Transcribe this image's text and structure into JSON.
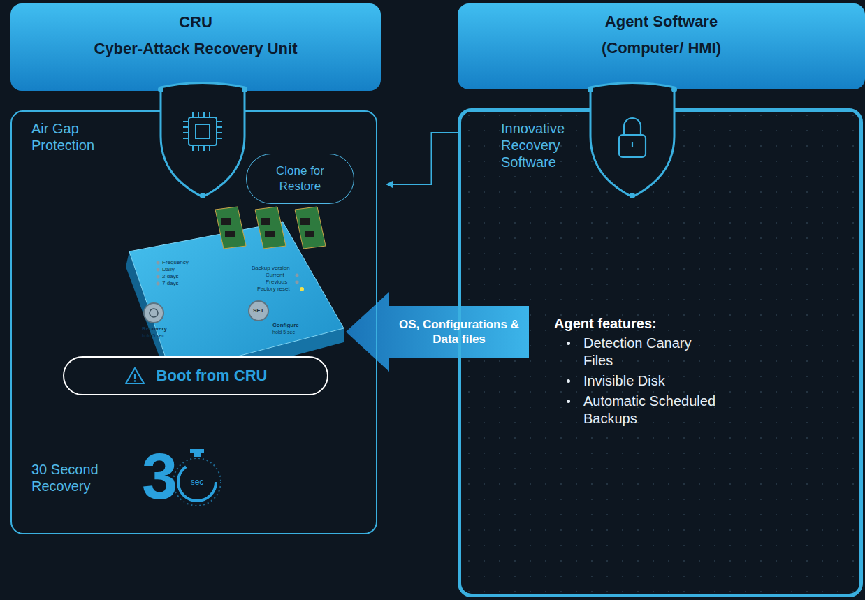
{
  "diagram": {
    "nodes": [
      {
        "text": [
          "CRU",
          "Cyber-Attack Recovery Unit"
        ]
      },
      {
        "text": [
          "Air Gap Protection",
          "30 Second Recovery"
        ]
      },
      {
        "text": [
          "Clone for Restore"
        ],
        "in": 1
      },
      {
        "text": [
          "Boot from CRU"
        ],
        "in": 1
      },
      {
        "text": [
          "Agent Software (Computer/ HMI)"
        ]
      },
      {
        "text": [
          "Innovative Recovery Software",
          "Agent features:",
          "Detection Canary Files",
          "Invisible Disk",
          "Automatic Scheduled Backups"
        ]
      }
    ],
    "edges": [
      {
        "from": 5,
        "to": 1,
        "arrow": "to"
      },
      {
        "from": 5,
        "to": 1,
        "label": "OS, Configurations & Data files",
        "arrow": "to"
      }
    ],
    "labels": [
      "Frequency",
      "Daily",
      "2 days",
      "7 days",
      "Recovery",
      "hold 5 sec",
      "SET",
      "Configure",
      "hold 5 sec",
      "Backup version",
      "Current",
      "Previous",
      "Factory reset",
      "3",
      "sec"
    ]
  }
}
